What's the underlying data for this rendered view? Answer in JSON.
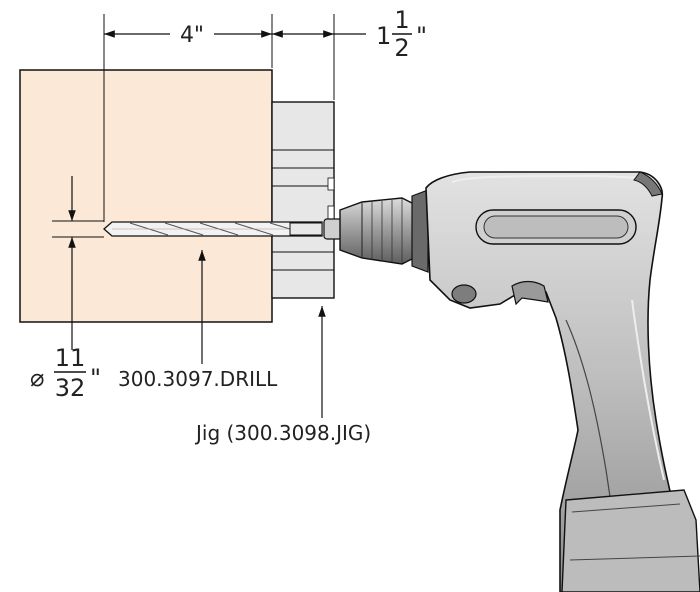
{
  "colors": {
    "block_fill": "#FBE8D6",
    "jig_fill": "#E7E7E7",
    "drill_body": "#C9C9C9",
    "line": "#111111"
  },
  "dimensions": {
    "length": "4\"",
    "jig_whole": "1",
    "jig_num": "1",
    "jig_den": "2",
    "jig_unit": "\"",
    "dia_symbol": "⌀",
    "dia_num": "11",
    "dia_den": "32",
    "dia_unit": "\""
  },
  "labels": {
    "drill": "300.3097.DRILL",
    "jig": "Jig (300.3098.JIG)"
  }
}
